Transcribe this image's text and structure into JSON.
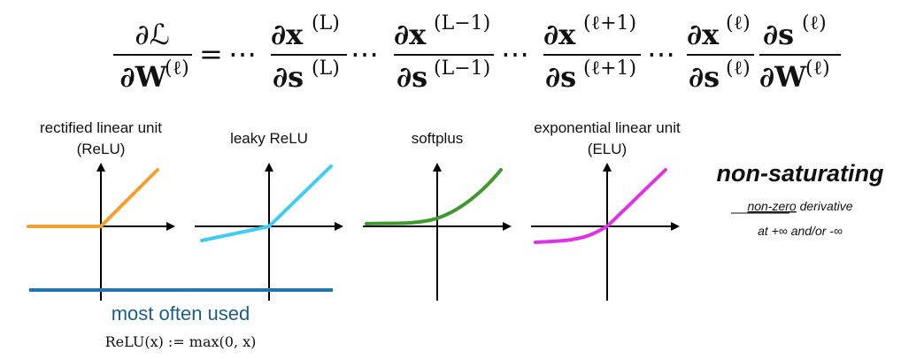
{
  "equation": {
    "lhs_num": "∂ℒ",
    "lhs_den": "∂W",
    "lhs_den_sup": "(ℓ)",
    "equals": "=",
    "dots": "⋯",
    "f1_num": "∂x",
    "f1_num_sup": "(L)",
    "f1_den": "∂s",
    "f1_den_sup": "(L)",
    "f2_num": "∂x",
    "f2_num_sup": "(L−1)",
    "f2_den": "∂s",
    "f2_den_sup": "(L−1)",
    "f3_num": "∂x",
    "f3_num_sup": "(ℓ+1)",
    "f3_den": "∂s",
    "f3_den_sup": "(ℓ+1)",
    "f4_num": "∂x",
    "f4_num_sup": "(ℓ)",
    "f4_den": "∂s",
    "f4_den_sup": "(ℓ)",
    "f5_num": "∂s",
    "f5_num_sup": "(ℓ)",
    "f5_den": "∂W",
    "f5_den_sup": "(ℓ)"
  },
  "panels": [
    {
      "title_line1": "rectified linear unit",
      "title_line2": "(ReLU)",
      "color": "#F5A02F",
      "icon": "relu-plot"
    },
    {
      "title_line1": "leaky ReLU",
      "title_line2": "",
      "color": "#3DCDF0",
      "icon": "leaky-relu-plot"
    },
    {
      "title_line1": "softplus",
      "title_line2": "",
      "color": "#3E9A2C",
      "icon": "softplus-plot"
    },
    {
      "title_line1": "exponential linear unit",
      "title_line2": "(ELU)",
      "color": "#E030E8",
      "icon": "elu-plot"
    }
  ],
  "side": {
    "heading": "non-saturating",
    "line1_underlined": "non-zero",
    "line1_rest": " derivative",
    "line2": "at +∞ and/or -∞"
  },
  "footer": {
    "label": "most often used",
    "label_color": "#1B5E8A",
    "bar_color": "#2277AA",
    "formula": "ReLU(x) := max(0, x)"
  }
}
